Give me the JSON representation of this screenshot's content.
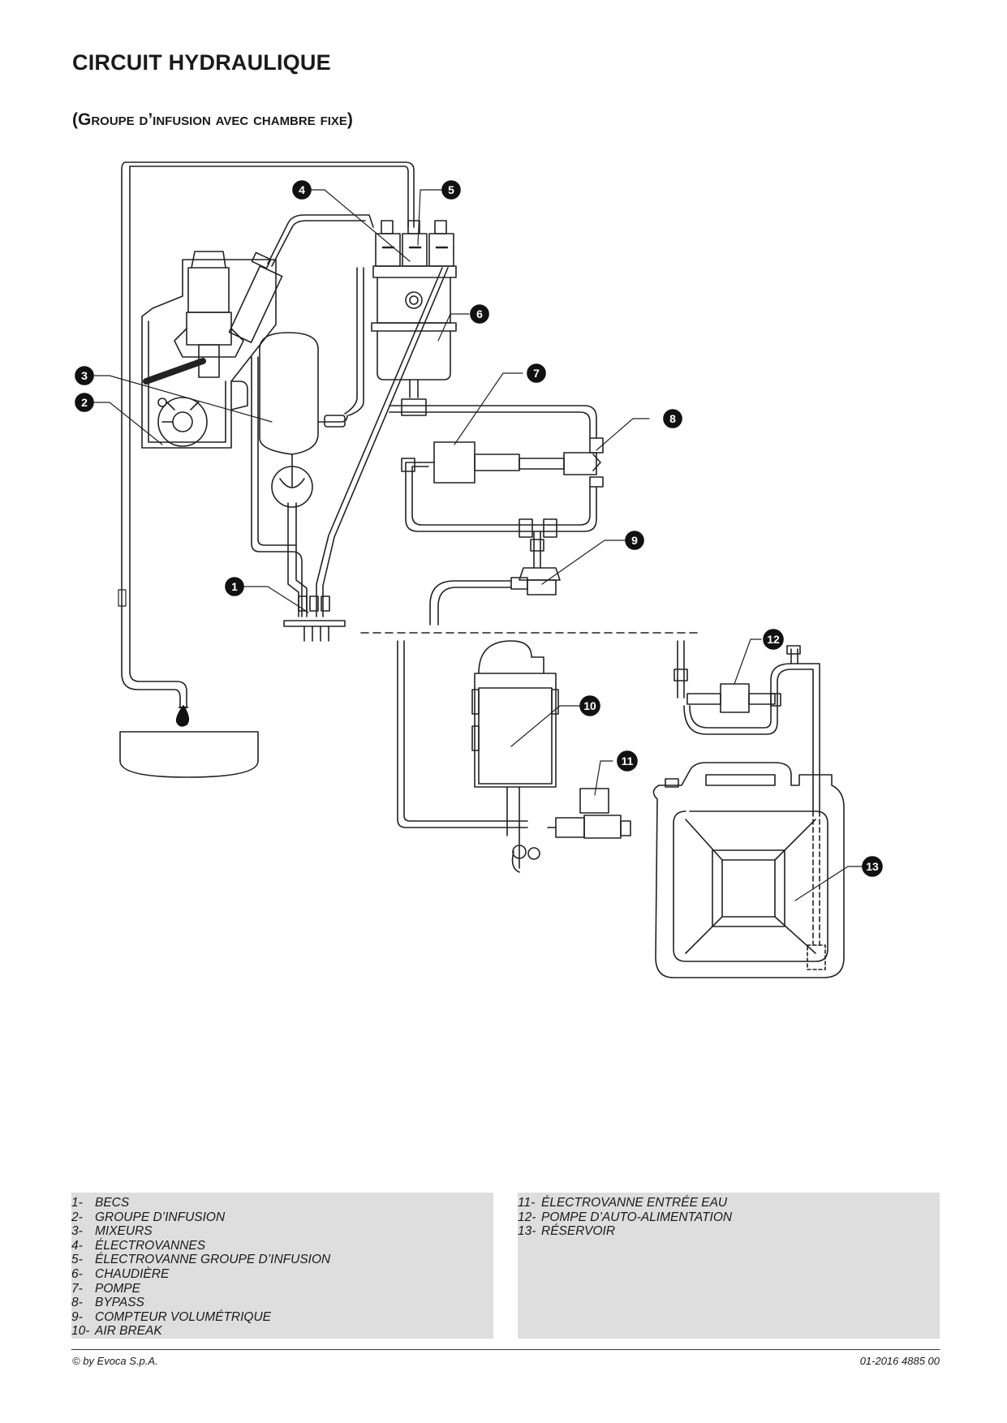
{
  "page": {
    "title": "CIRCUIT HYDRAULIQUE",
    "subtitle": "(Groupe d’infusion avec chambre fixe)"
  },
  "callouts": [
    "1",
    "2",
    "3",
    "4",
    "5",
    "6",
    "7",
    "8",
    "9",
    "10",
    "11",
    "12",
    "13"
  ],
  "legend": {
    "left": [
      {
        "num": "1-",
        "label": "BECS"
      },
      {
        "num": "2-",
        "label": "GROUPE D’INFUSION"
      },
      {
        "num": "3-",
        "label": "MIXEURS"
      },
      {
        "num": "4-",
        "label": "ÉLECTROVANNES"
      },
      {
        "num": "5-",
        "label": "ÉLECTROVANNE GROUPE D’INFUSION"
      },
      {
        "num": "6-",
        "label": "CHAUDIÈRE"
      },
      {
        "num": "7-",
        "label": "POMPE"
      },
      {
        "num": "8-",
        "label": "BYPASS"
      },
      {
        "num": "9-",
        "label": "COMPTEUR VOLUMÉTRIQUE"
      },
      {
        "num": "10-",
        "label": "AIR BREAK"
      }
    ],
    "right": [
      {
        "num": "11-",
        "label": "ÉLECTROVANNE ENTRÉE EAU"
      },
      {
        "num": "12-",
        "label": "POMPE D’AUTO-ALIMENTATION"
      },
      {
        "num": "13-",
        "label": "RÉSERVOIR"
      }
    ]
  },
  "footer": {
    "left": "© by Evoca S.p.A.",
    "right": "01-2016 4885 00"
  }
}
